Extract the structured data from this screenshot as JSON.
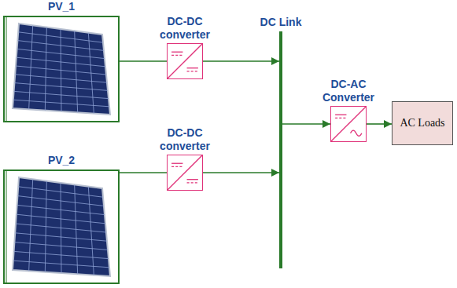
{
  "diagram": {
    "nodes": [
      {
        "text": [
          "PV_1"
        ]
      },
      {
        "text": [
          "DC-DC converter"
        ]
      },
      {
        "text": [
          "DC Link"
        ]
      },
      {
        "text": [
          "DC-AC Converter"
        ]
      },
      {
        "text": [
          "AC Loads"
        ]
      },
      {
        "text": [
          "PV_2"
        ]
      },
      {
        "text": [
          "DC-DC converter"
        ]
      }
    ],
    "edges": [
      {
        "from": 0,
        "to": 1,
        "arrow": "none"
      },
      {
        "from": 1,
        "to": 2,
        "arrow": "to"
      },
      {
        "from": 5,
        "to": 6,
        "arrow": "none"
      },
      {
        "from": 6,
        "to": 2,
        "arrow": "to"
      },
      {
        "from": 2,
        "to": 3,
        "arrow": "to"
      },
      {
        "from": 3,
        "to": 4,
        "arrow": "to"
      }
    ]
  }
}
